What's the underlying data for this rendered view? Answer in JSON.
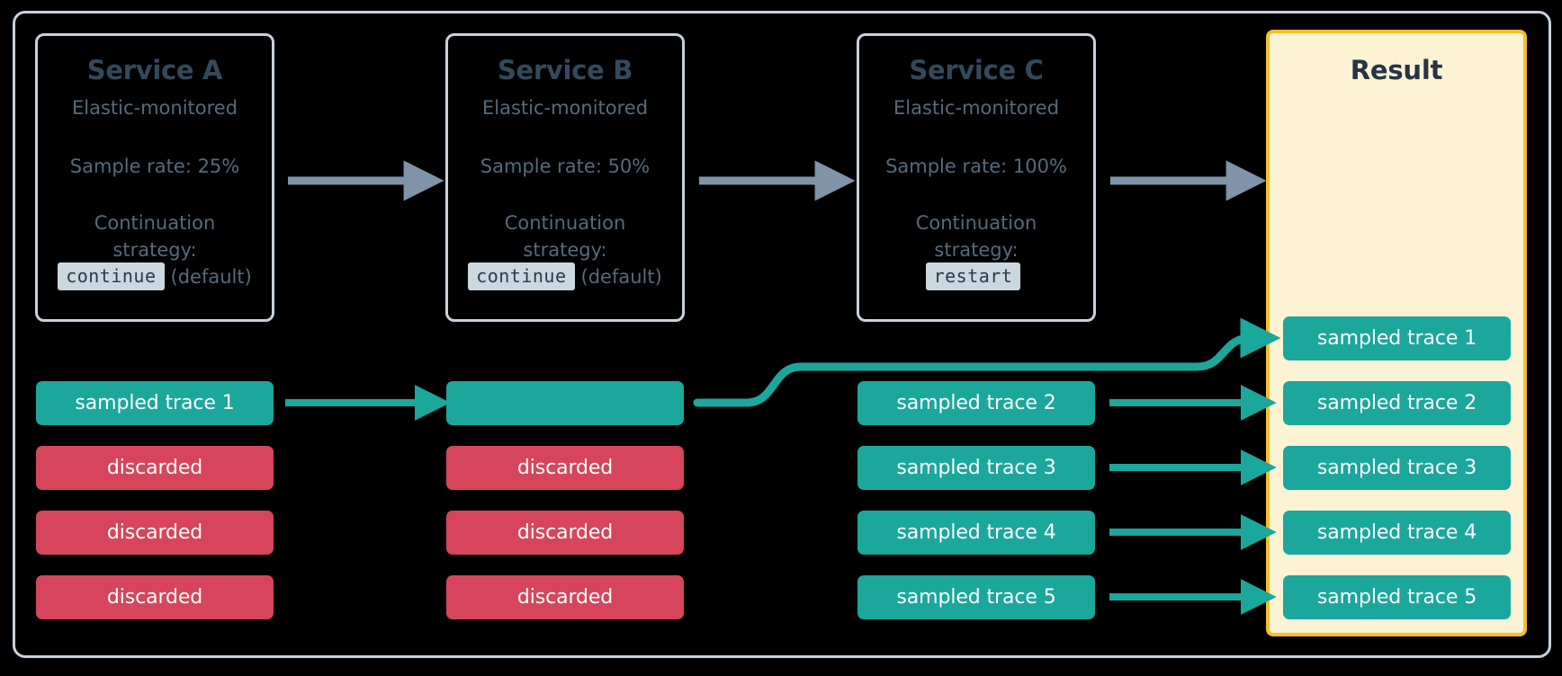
{
  "colors": {
    "teal": "#1ba79c",
    "red": "#d6455c",
    "gray_arrow": "#7f94a8",
    "card_border": "#c6d2dc",
    "result_border": "#f5bf2b",
    "result_bg": "#fcf3d4",
    "title_text": "#34495c",
    "body_text": "#556b7d",
    "badge_bg": "#ccd8e0",
    "background": "#000000"
  },
  "services": [
    {
      "title": "Service A",
      "subtitle": "Elastic-monitored",
      "sample_rate": "Sample rate: 25%",
      "strategy_label_line1": "Continuation",
      "strategy_label_line2": "strategy:",
      "strategy_code": "continue",
      "strategy_note": "(default)"
    },
    {
      "title": "Service B",
      "subtitle": "Elastic-monitored",
      "sample_rate": "Sample rate: 50%",
      "strategy_label_line1": "Continuation",
      "strategy_label_line2": "strategy:",
      "strategy_code": "continue",
      "strategy_note": "(default)"
    },
    {
      "title": "Service C",
      "subtitle": "Elastic-monitored",
      "sample_rate": "Sample rate: 100%",
      "strategy_label_line1": "Continuation",
      "strategy_label_line2": "strategy:",
      "strategy_code": "restart",
      "strategy_note": ""
    }
  ],
  "result": {
    "title": "Result",
    "traces": [
      "sampled trace 1",
      "sampled trace 2",
      "sampled trace 3",
      "sampled trace 4",
      "sampled trace 5"
    ]
  },
  "columns": {
    "service_a_traces": [
      {
        "label": "sampled trace 1",
        "state": "sampled"
      },
      {
        "label": "discarded",
        "state": "discarded"
      },
      {
        "label": "discarded",
        "state": "discarded"
      },
      {
        "label": "discarded",
        "state": "discarded"
      }
    ],
    "service_b_traces": [
      {
        "label": "",
        "state": "sampled"
      },
      {
        "label": "discarded",
        "state": "discarded"
      },
      {
        "label": "discarded",
        "state": "discarded"
      },
      {
        "label": "discarded",
        "state": "discarded"
      }
    ],
    "service_c_traces": [
      {
        "label": "sampled trace 2",
        "state": "sampled"
      },
      {
        "label": "sampled trace 3",
        "state": "sampled"
      },
      {
        "label": "sampled trace 4",
        "state": "sampled"
      },
      {
        "label": "sampled trace 5",
        "state": "sampled"
      }
    ]
  },
  "flow": {
    "service_arrows": 3,
    "trace_arrows": 5,
    "curved_arrow_note": "service B sampled trace routes up to result trace 1"
  }
}
